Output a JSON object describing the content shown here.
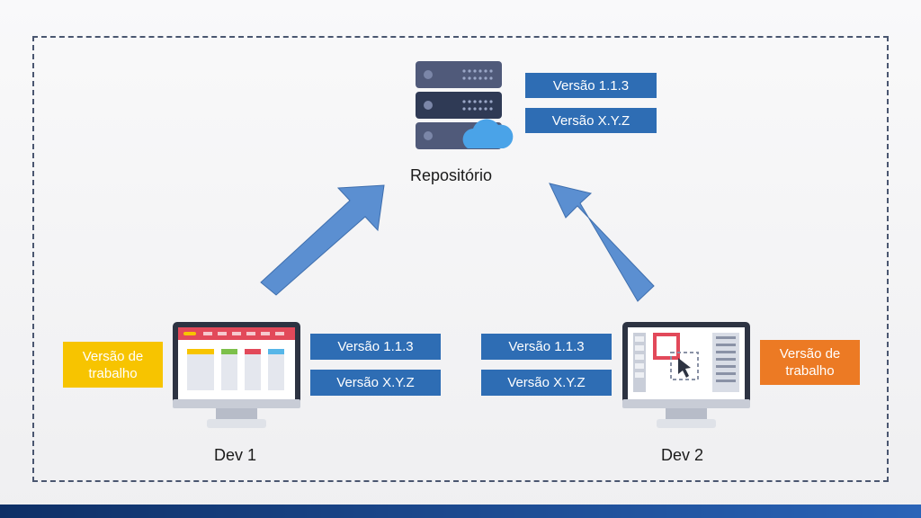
{
  "repository": {
    "label": "Repositório",
    "versions": [
      "Versão 1.1.3",
      "Versão X.Y.Z"
    ]
  },
  "dev1": {
    "label": "Dev 1",
    "working_label": "Versão de\ntrabalho",
    "working_color": "#f7c400",
    "versions": [
      "Versão 1.1.3",
      "Versão X.Y.Z"
    ]
  },
  "dev2": {
    "label": "Dev 2",
    "working_label": "Versão de\ntrabalho",
    "working_color": "#ec7a24",
    "versions": [
      "Versão 1.1.3",
      "Versão X.Y.Z"
    ]
  },
  "icons": {
    "server": "server-cloud-icon",
    "monitor1": "monitor-dashboard-icon",
    "monitor2": "monitor-editor-icon",
    "arrow": "arrow-up-icon"
  },
  "colors": {
    "version_box": "#2e6db4",
    "arrow": "#5b8fd1",
    "frame": "#4a5670"
  }
}
